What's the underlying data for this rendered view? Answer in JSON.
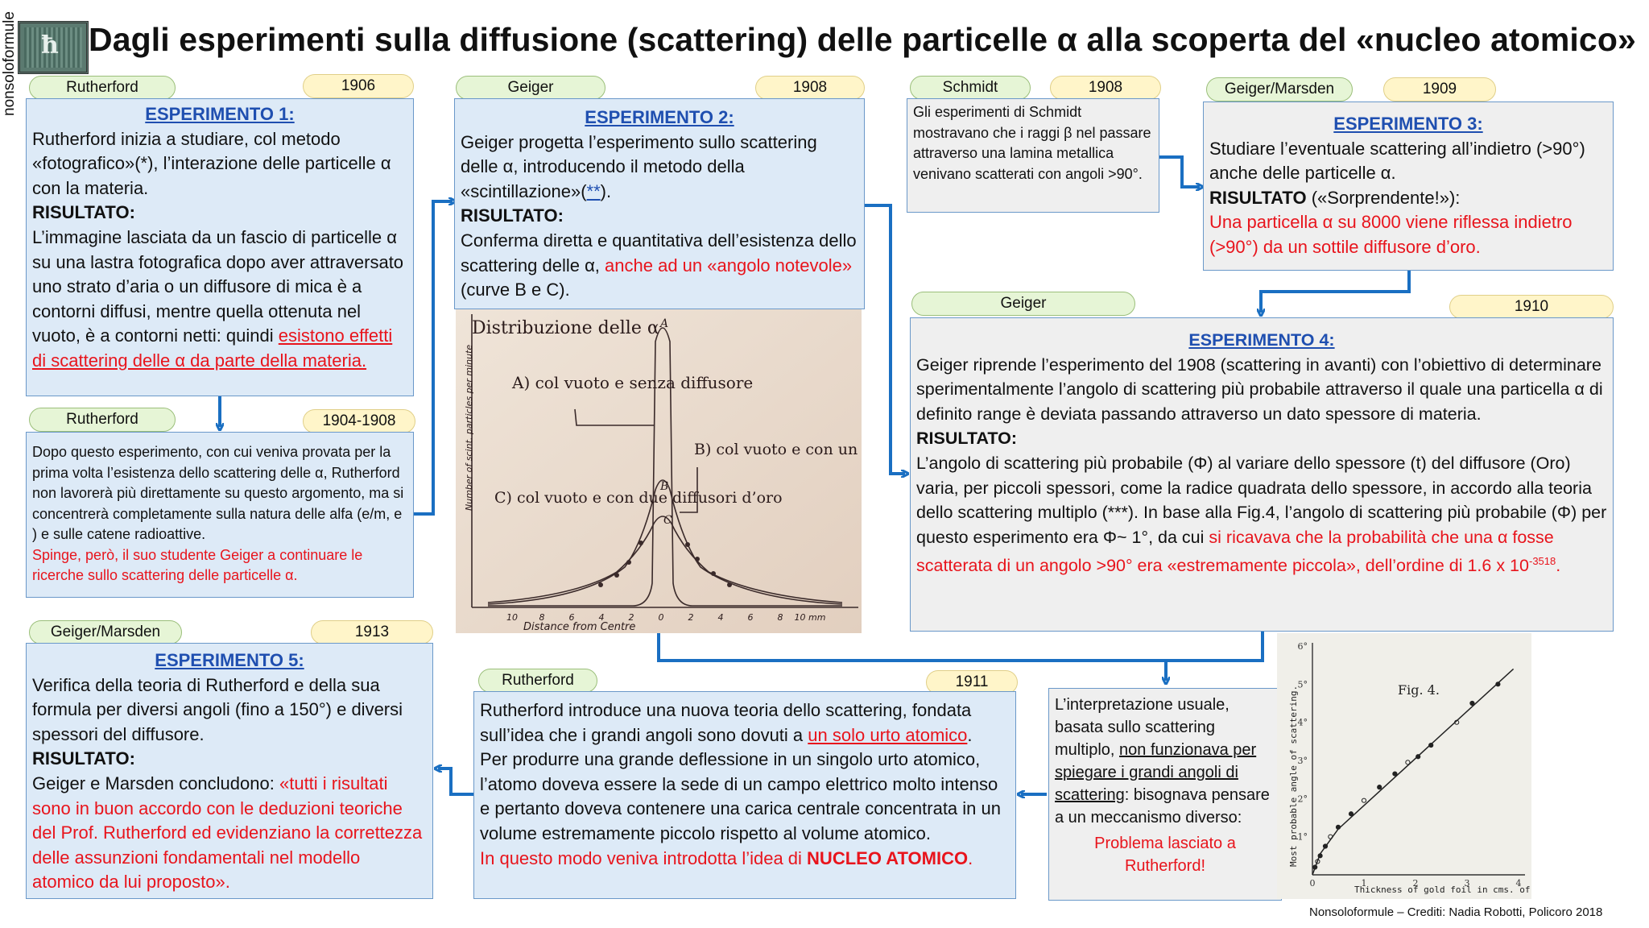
{
  "side_label": "nonsoloformule",
  "title": "Dagli esperimenti sulla diffusione (scattering) delle particelle α alla scoperta del «nucleo atomico»",
  "exp1": {
    "author": "Rutherford",
    "year": "1906",
    "heading": "ESPERIMENTO 1:",
    "p1": "Rutherford inizia a studiare, col metodo «fotografico»(*), l’interazione delle particelle α con la materia.",
    "result_label": "RISULTATO:",
    "p2": "L’immagine lasciata da un fascio di particelle α su una lastra fotografica dopo aver attraversato uno strato d’aria o un diffusore di mica è a contorni diffusi, mentre quella ottenuta nel vuoto, è a contorni netti: quindi",
    "p2_red": "esistono effetti di scattering delle α da parte della materia."
  },
  "note1904": {
    "author": "Rutherford",
    "year": "1904-1908",
    "p1": "Dopo questo esperimento, con cui veniva provata per la prima volta l’esistenza dello scattering delle α, Rutherford non lavorerà più direttamente su questo argomento, ma si concentrerà completamente sulla natura delle alfa (e/m, e ) e sulle catene radioattive.",
    "p1_red": "Spinge, però, il suo studente Geiger a continuare le ricerche sullo scattering delle particelle α."
  },
  "exp2": {
    "author": "Geiger",
    "year": "1908",
    "heading": "ESPERIMENTO 2:",
    "p1": "Geiger progetta l’esperimento sullo scattering delle α, introducendo il metodo della «scintillazione»(",
    "p1_link": "**",
    "p1_end": ").",
    "result_label": "RISULTATO:",
    "p2": "Conferma diretta e quantitativa dell’esistenza dello scattering delle α,",
    "p2_red": "anche ad un «angolo notevole»",
    "p2_end": "(curve B e C)."
  },
  "graph1": {
    "title": "Distribuzione delle α",
    "ylabel": "Number of scint. particles per minute",
    "label_a": "A) col vuoto e senza diffusore",
    "label_b": "B) col vuoto e con un diffusore d’oro",
    "label_c": "C) col vuoto e con due diffusori d’oro",
    "xlabel": "Distance from Centre",
    "xticks": [
      "10",
      "8",
      "6",
      "4",
      "2",
      "0",
      "2",
      "4",
      "6",
      "8",
      "10 mm"
    ],
    "curve_letters": [
      "A",
      "B",
      "C"
    ]
  },
  "schmidt": {
    "author": "Schmidt",
    "year": "1908",
    "p1": "Gli esperimenti di Schmidt mostravano che i raggi β nel passare attraverso una lamina metallica venivano scatterati con angoli >90°."
  },
  "exp3": {
    "author": "Geiger/Marsden",
    "year": "1909",
    "heading": "ESPERIMENTO 3:",
    "p1": "Studiare l’eventuale scattering all’indietro (>90°) anche delle particelle α.",
    "result_label": "RISULTATO",
    "result_extra": "(«Sorprendente!»):",
    "p2_red": "Una particella α su 8000 viene riflessa indietro (>90°) da un sottile diffusore d’oro."
  },
  "exp4": {
    "author": "Geiger",
    "year": "1910",
    "heading": "ESPERIMENTO 4:",
    "p1": "Geiger riprende l’esperimento del 1908 (scattering in avanti) con l’obiettivo di determinare sperimentalmente l’angolo di scattering più probabile attraverso il quale una particella α di definito range è deviata passando attraverso un dato spessore di materia.",
    "result_label": "RISULTATO:",
    "p2": "L’angolo di scattering più probabile (Φ) al variare dello spessore (t) del diffusore (Oro) varia, per piccoli spessori, come la radice quadrata dello spessore, in accordo alla teoria dello scattering multiplo (***). In base alla Fig.4, l’angolo di scattering più probabile (Φ) per questo esperimento era Φ~ 1°, da cui",
    "p2_red": "si ricavava che la probabilità che una α fosse scatterata di un angolo >90° era «estremamente piccola», dell’ordine di 1.6 x 10",
    "p2_exp": "-3518",
    "p2_end": "."
  },
  "interp": {
    "p1": "L’interpretazione usuale, basata sullo scattering multiplo,",
    "p1_u": "non funzionava per spiegare i grandi angoli di scattering",
    "p1_end": ": bisognava pensare a un meccanismo diverso:",
    "p2_red": "Problema lasciato a Rutherford!"
  },
  "fig4": {
    "title": "Fig. 4.",
    "ylabel": "Most probable angle of scattering.",
    "xlabel": "Thickness of gold foil in cms. of air.",
    "xticks": [
      "0",
      "1",
      "2",
      "3",
      "4"
    ],
    "yticks": [
      "1°",
      "2°",
      "3°",
      "4°",
      "5°",
      "6°"
    ]
  },
  "chart_data": {
    "type": "scatter",
    "title": "Fig. 4.",
    "xlabel": "Thickness of gold foil in cms. of air.",
    "ylabel": "Most probable angle of scattering.",
    "xlim": [
      0,
      4
    ],
    "ylim": [
      0,
      6
    ],
    "series": [
      {
        "values_x": [
          0.05,
          0.1,
          0.15,
          0.25,
          0.35,
          0.5,
          0.75,
          1.0,
          1.3,
          1.6,
          1.85,
          2.05,
          2.3,
          2.8,
          3.1,
          3.6
        ],
        "values_y": [
          0.2,
          0.35,
          0.5,
          0.75,
          1.0,
          1.25,
          1.6,
          1.95,
          2.3,
          2.65,
          2.95,
          3.1,
          3.4,
          4.0,
          4.5,
          5.0
        ]
      }
    ]
  },
  "exp1911": {
    "author": "Rutherford",
    "year": "1911",
    "p1": "Rutherford introduce una nuova teoria dello scattering, fondata sull’idea che i grandi angoli sono dovuti a",
    "p1_red": "un solo urto atomico",
    "p2": "Per produrre una grande deflessione in un singolo urto atomico, l’atomo doveva essere la sede di un campo elettrico molto intenso e pertanto doveva contenere una carica centrale concentrata in un volume estremamente piccolo rispetto al volume atomico.",
    "p3_red": "In questo modo veniva introdotta l’idea di",
    "p3_bold": "NUCLEO ATOMICO",
    "p3_end": "."
  },
  "exp5": {
    "author": "Geiger/Marsden",
    "year": "1913",
    "heading": "ESPERIMENTO 5:",
    "p1": "Verifica della teoria di Rutherford e della sua formula per diversi angoli (fino a 150°) e diversi spessori del diffusore.",
    "result_label": "RISULTATO:",
    "p2": "Geiger e Marsden concludono:",
    "p2_red": "«tutti i risultati sono in buon accordo con le deduzioni teoriche del Prof. Rutherford ed evidenziano la correttezza delle assunzioni fondamentali nel modello atomico da lui proposto»."
  },
  "credit": "Nonsoloformule – Crediti: Nadia Robotti, Policoro 2018"
}
